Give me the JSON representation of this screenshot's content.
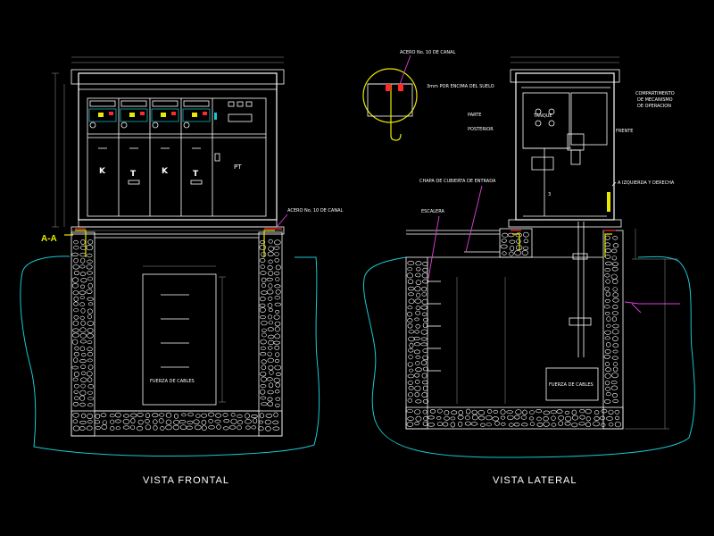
{
  "colors": {
    "background": "#000000",
    "lines": "#ffffff",
    "soil": "#19c8d2",
    "callout": "#e040e0",
    "section_mark": "#e8e800",
    "channel": "#ff2a2a"
  },
  "front_view": {
    "title": "VISTA  FRONTAL",
    "section_mark": "A-A",
    "panel_letters": [
      "K",
      "T",
      "K",
      "T",
      "PT"
    ],
    "channel_label": "ACERO No. 10 DE CANAL",
    "cable_pit_label": "FUERZA DE CABLES"
  },
  "side_view": {
    "title": "VISTA  LATERAL",
    "detail_label": "ACERO No. 10 DE CANAL",
    "floor_note": "3mm POR ENCIMA DEL SUELO",
    "back_label": [
      "PARTE",
      "POSTERIOR"
    ],
    "tank_label": "TANQUE",
    "front_label": "FRENTE",
    "compartment_label": [
      "COMPARTIMENTO",
      "DE MECANISMO",
      "DE OPERACION"
    ],
    "entry_cover_label": "CHAPA DE CUBIERTA DE ENTRADA",
    "stair_label": "ESCALERA",
    "direction_label": "A IZQUIERDA Y DERECHA",
    "cable_pit_label": "FUERZA DE CABLES",
    "tank_number": "3"
  }
}
